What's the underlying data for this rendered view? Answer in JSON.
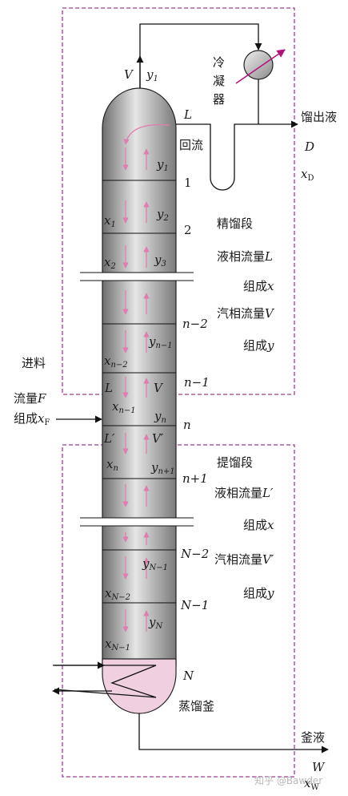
{
  "colors": {
    "section_border": "#a03c96",
    "flow_arrow": "#e07cb0",
    "condenser_arrow": "#b4107c",
    "reboiler_fill": "#f0d0e0",
    "column_dark": "#6e6e6e",
    "column_light": "#e6e6e6",
    "line": "#111111"
  },
  "top": {
    "vapor_V": "V",
    "vapor_y1": "y",
    "vapor_y1_sub": "1",
    "condenser": [
      "冷",
      "凝",
      "器"
    ],
    "reflux_L": "L",
    "reflux_label": "回流",
    "distillate_label": "馏出液",
    "distillate_D": "D",
    "distillate_x": "x",
    "distillate_x_sub": "D"
  },
  "rectifying": {
    "title": "精馏段",
    "liquid_flow": "液相流量",
    "liquid_sym": "L",
    "liquid_comp": "组成",
    "liquid_comp_sym": "x",
    "vapor_flow": "汽相流量",
    "vapor_sym": "V",
    "vapor_comp": "组成",
    "vapor_comp_sym": "y"
  },
  "stripping": {
    "title": "提馏段",
    "liquid_flow": "液相流量",
    "liquid_sym": "L′",
    "liquid_comp": "组成",
    "liquid_comp_sym": "x",
    "vapor_flow": "汽相流量",
    "vapor_sym": "V′",
    "vapor_comp": "组成",
    "vapor_comp_sym": "y"
  },
  "feed": {
    "title": "进料",
    "flow": "流量",
    "flow_sym": "F",
    "comp": "组成",
    "comp_sym": "x",
    "comp_sub": "F"
  },
  "plates": [
    "1",
    "2",
    "n−2",
    "n−1",
    "n",
    "n+1",
    "N−2",
    "N−1",
    "N"
  ],
  "column_labels": {
    "y1": "y",
    "y1_sub": "1",
    "x1": "x",
    "x1_sub": "1",
    "y2": "y",
    "y2_sub": "2",
    "x2": "x",
    "x2_sub": "2",
    "y3": "y",
    "y3_sub": "3",
    "yn_1": "y",
    "yn_1_sub": "n−1",
    "xn_2": "x",
    "xn_2_sub": "n−2",
    "L": "L",
    "V": "V",
    "xn_1": "x",
    "xn_1_sub": "n−1",
    "yn": "y",
    "yn_sub": "n",
    "Lp": "L′",
    "Vp": "V′",
    "xn": "x",
    "xn_sub": "n",
    "yn1": "y",
    "yn1_sub": "n+1",
    "yN_1": "y",
    "yN_1_sub": "N−1",
    "xN_2": "x",
    "xN_2_sub": "N−2",
    "yN": "y",
    "yN_sub": "N",
    "xN_1": "x",
    "xN_1_sub": "N−1"
  },
  "bottom": {
    "reboiler": "蒸馏釜",
    "bottoms_label": "釜液",
    "bottoms_W": "W",
    "bottoms_x": "x",
    "bottoms_x_sub": "W"
  },
  "watermark": "知乎 @Bawder"
}
